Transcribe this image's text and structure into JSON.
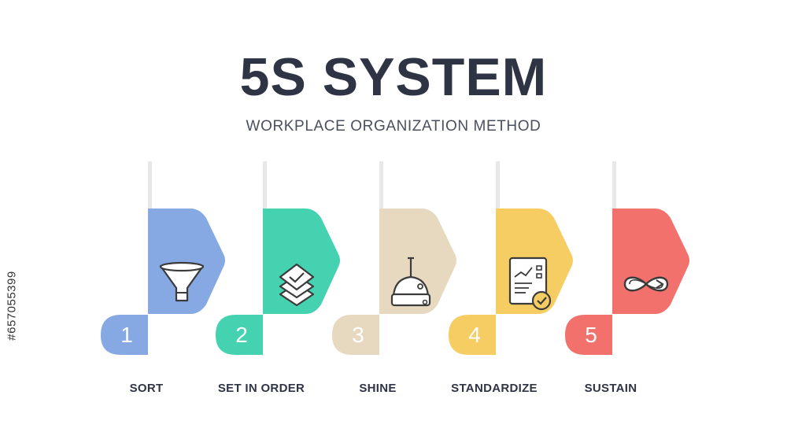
{
  "header": {
    "title": "5S SYSTEM",
    "subtitle": "WORKPLACE ORGANIZATION METHOD"
  },
  "watermark_id": "#657055399",
  "steps": [
    {
      "number": "1",
      "label": "SORT",
      "color": "#86a9e3",
      "icon": "funnel-icon"
    },
    {
      "number": "2",
      "label": "SET IN ORDER",
      "color": "#45d2b1",
      "icon": "layers-icon"
    },
    {
      "number": "3",
      "label": "SHINE",
      "color": "#e6d9c0",
      "icon": "broom-icon"
    },
    {
      "number": "4",
      "label": "STANDARDIZE",
      "color": "#f5cd63",
      "icon": "report-check-icon"
    },
    {
      "number": "5",
      "label": "SUSTAIN",
      "color": "#f2716c",
      "icon": "infinity-cycle-icon"
    }
  ]
}
